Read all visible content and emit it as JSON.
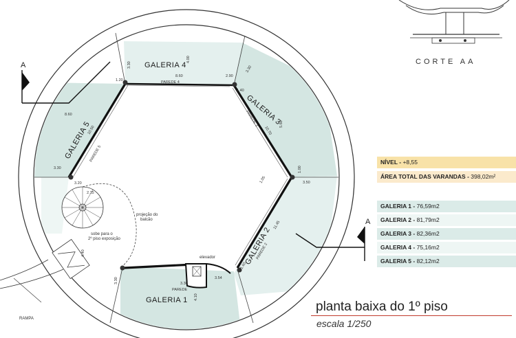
{
  "section": {
    "title": "CORTE AA"
  },
  "cut_marks": {
    "left": "A",
    "right": "A"
  },
  "galleries": [
    {
      "name": "GALERIA 1"
    },
    {
      "name": "GALERIA 2"
    },
    {
      "name": "GALERIA 3"
    },
    {
      "name": "GALERIA 4"
    },
    {
      "name": "GALERIA 5"
    }
  ],
  "walls": {
    "p1": "PAREDE 1",
    "p2": "PAREDE 2",
    "p3": "PAREDE 3",
    "p4": "PAREDE 4",
    "p5": "PAREDE 5"
  },
  "dims": {
    "d_330_top": "3.30",
    "d_400_top": "4.00",
    "d_860_top": "8.60",
    "d_290_top": "2.90",
    "d_330_tr": "3.30",
    "d_120": "1.20",
    "d_140": "1.40",
    "d_860_l": "8.60",
    "d_1050": "10.50",
    "d_1070": "10.70",
    "d_560": "5.60",
    "d_330_l": "3.30",
    "d_320": "3.20",
    "d_215": "2.15",
    "d_100": "1.00",
    "d_350": "3.50",
    "d_105": "1.05",
    "d_1145": "11.45",
    "d_160": "1.60",
    "d_354": "3.54",
    "d_330_b": "3.30",
    "d_330_b2": "3.30",
    "d_410": "4.10",
    "d_440": "4.40"
  },
  "notes": {
    "projecao_1": "projeção do",
    "projecao_2": "balcão",
    "sobe_1": "sobe para o",
    "sobe_2": "2º piso exposição",
    "elevador": "elevador",
    "parede": "PAREDE",
    "rampa": "RAMPA"
  },
  "info": {
    "nivel_label": "NÍVEL -",
    "nivel_value": "+8,55",
    "area_label": "ÁREA TOTAL DAS VARANDAS -",
    "area_value": "398,02m²"
  },
  "gallery_areas": [
    {
      "label": "GALERIA 1 -",
      "value": "76,59m2"
    },
    {
      "label": "GALERIA 2 -",
      "value": "81,79m2"
    },
    {
      "label": "GALERIA 3 -",
      "value": "82,36m2"
    },
    {
      "label": "GALERIA 4 -",
      "value": "75,16m2"
    },
    {
      "label": "GALERIA 5 -",
      "value": "82,12m2"
    }
  ],
  "title": {
    "main": "planta baixa do 1º piso",
    "scale": "escala 1/250"
  },
  "colors": {
    "gallery_fill": "#d4e6e2",
    "gallery_light": "#eaf4f2",
    "wall": "#111111",
    "accent_line": "#c0392b"
  }
}
